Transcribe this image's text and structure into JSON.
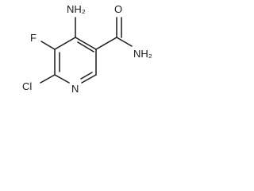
{
  "molecule": {
    "atoms": {
      "nh2_top": "NH₂",
      "f": "F",
      "cl": "Cl",
      "n_ring": "N",
      "o": "O",
      "nh2_amide": "NH₂"
    }
  }
}
